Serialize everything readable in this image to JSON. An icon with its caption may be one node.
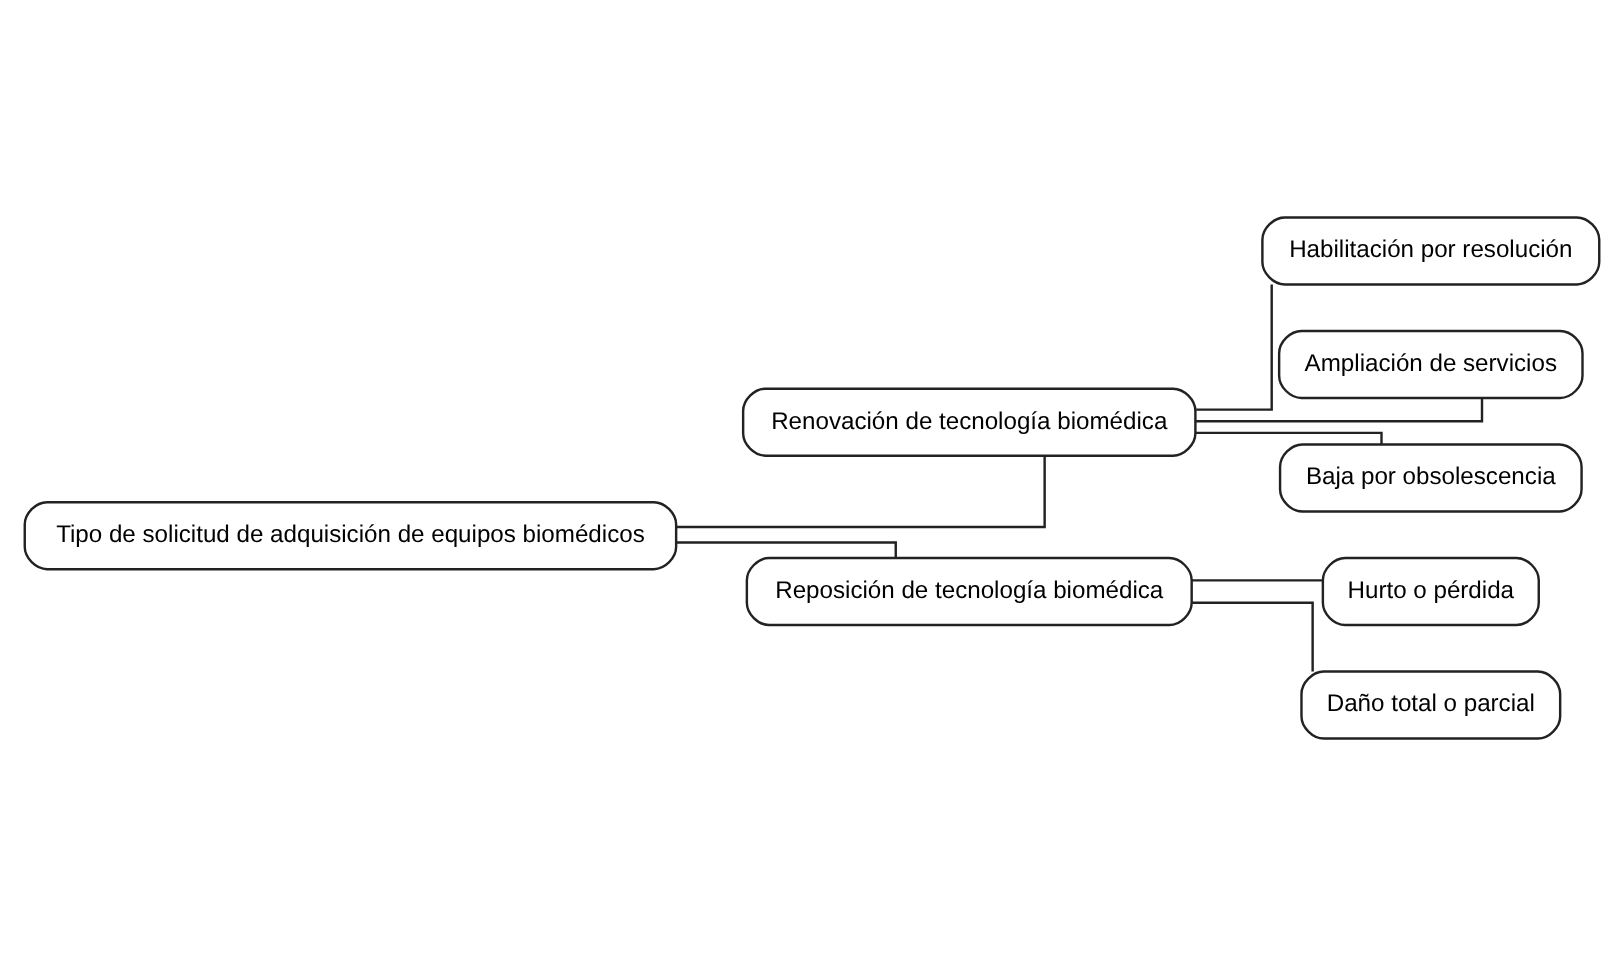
{
  "diagram": {
    "nodes": [
      {
        "text": [
          "Tipo de solicitud de adquisición de equipos biomédicos"
        ]
      },
      {
        "text": [
          "Renovación de tecnología biomédica"
        ]
      },
      {
        "text": [
          "Habilitación por resolución"
        ]
      },
      {
        "text": [
          "Ampliación de servicios"
        ]
      },
      {
        "text": [
          "Baja por obsolescencia"
        ]
      },
      {
        "text": [
          "Reposición de tecnología biomédica"
        ]
      },
      {
        "text": [
          "Hurto o pérdida"
        ]
      },
      {
        "text": [
          "Daño total o parcial"
        ]
      }
    ],
    "edges": [
      {
        "from": 0,
        "to": 1,
        "arrow": "none"
      },
      {
        "from": 0,
        "to": 5,
        "arrow": "none"
      },
      {
        "from": 1,
        "to": 2,
        "arrow": "none"
      },
      {
        "from": 1,
        "to": 3,
        "arrow": "none"
      },
      {
        "from": 1,
        "to": 4,
        "arrow": "none"
      },
      {
        "from": 5,
        "to": 6,
        "arrow": "none"
      },
      {
        "from": 5,
        "to": 7,
        "arrow": "none"
      }
    ]
  }
}
